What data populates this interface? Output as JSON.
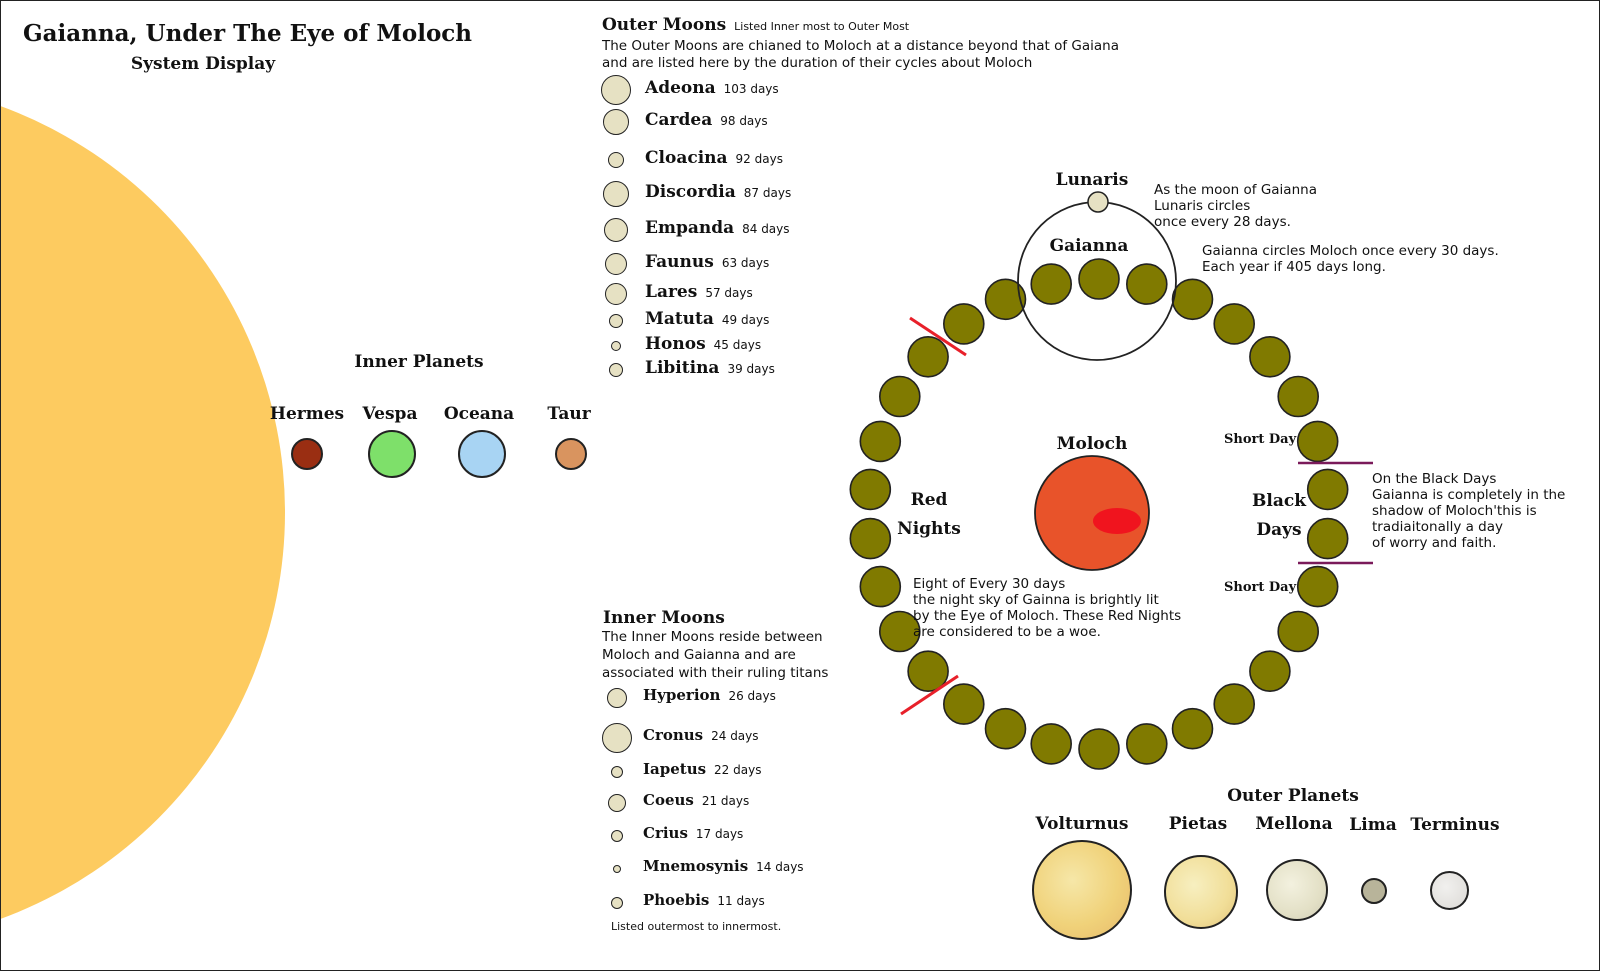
{
  "title": "Gaianna, Under The Eye of Moloch",
  "subtitle": "System Display",
  "colors": {
    "sun": "#fdcb60",
    "orbit_dot": "#807a00",
    "moon_fill": "#e6e1c3",
    "moloch": "#e8532a",
    "divider": "#7a1a5a",
    "red_marker": "#e8202a"
  },
  "inner_planets": {
    "heading": "Inner Planets",
    "items": [
      {
        "name": "Hermes",
        "color": "#9a2e12"
      },
      {
        "name": "Vespa",
        "color": "#7ee06a"
      },
      {
        "name": "Oceana",
        "color": "#a8d4f3"
      },
      {
        "name": "Taur",
        "color": "#d9945f"
      }
    ]
  },
  "outer_moons": {
    "heading": "Outer Moons",
    "note": "Listed Inner most to Outer Most",
    "desc_line1": "The Outer Moons are chianed to Moloch at a distance beyond that of Gaiana",
    "desc_line2": "and are listed here by the duration of their cycles about Moloch",
    "items": [
      {
        "name": "Adeona",
        "days": "103 days"
      },
      {
        "name": "Cardea",
        "days": "98 days"
      },
      {
        "name": "Cloacina",
        "days": "92 days"
      },
      {
        "name": "Discordia",
        "days": "87 days"
      },
      {
        "name": "Empanda",
        "days": "84 days"
      },
      {
        "name": "Faunus",
        "days": "63 days"
      },
      {
        "name": "Lares",
        "days": "57 days"
      },
      {
        "name": "Matuta",
        "days": "49 days"
      },
      {
        "name": "Honos",
        "days": "45 days"
      },
      {
        "name": "Libitina",
        "days": "39 days"
      }
    ]
  },
  "inner_moons": {
    "heading": "Inner Moons",
    "desc_line1": "The Inner Moons reside between",
    "desc_line2": "Moloch and Gaianna and are",
    "desc_line3": "associated with their ruling titans",
    "footer": "Listed outermost to innermost.",
    "items": [
      {
        "name": "Hyperion",
        "days": "26 days"
      },
      {
        "name": "Cronus",
        "days": "24 days"
      },
      {
        "name": "Iapetus",
        "days": "22 days"
      },
      {
        "name": "Coeus",
        "days": "21 days"
      },
      {
        "name": "Crius",
        "days": "17 days"
      },
      {
        "name": "Mnemosynis",
        "days": "14 days"
      },
      {
        "name": "Phoebis",
        "days": "11 days"
      }
    ]
  },
  "orbit": {
    "center_label": "Moloch",
    "gaianna_label": "Gaianna",
    "lunaris_label": "Lunaris",
    "lunaris_note_line1": "As the moon of Gaianna",
    "lunaris_note_line2": "Lunaris circles",
    "lunaris_note_line3": "once every 28 days.",
    "gaianna_note_line1": "Gaianna circles Moloch once every 30 days.",
    "gaianna_note_line2": "Each year if 405 days long.",
    "short_day_top": "Short Day",
    "short_day_bottom": "Short Day",
    "black_days_line1": "Black",
    "black_days_line2": "Days",
    "black_note_line1": "On the Black Days",
    "black_note_line2": "Gaianna is completely in the",
    "black_note_line3": "shadow of Moloch'this is",
    "black_note_line4": "tradiaitonally a day",
    "black_note_line5": "of worry and faith.",
    "red_nights_line1": "Red",
    "red_nights_line2": "Nights",
    "red_note_line1": "Eight of Every 30 days",
    "red_note_line2": "the night sky of Gainna is brightly lit",
    "red_note_line3": "by the Eye of Moloch. These Red Nights",
    "red_note_line4": "are considered to be a woe."
  },
  "outer_planets": {
    "heading": "Outer Planets",
    "items": [
      {
        "name": "Volturnus",
        "color": "#f2dc8a"
      },
      {
        "name": "Pietas",
        "color": "#f3e6a0"
      },
      {
        "name": "Mellona",
        "color": "#e8e6cf"
      },
      {
        "name": "Lima",
        "color": "#b8b49a"
      },
      {
        "name": "Terminus",
        "color": "#e4e2de"
      }
    ]
  }
}
